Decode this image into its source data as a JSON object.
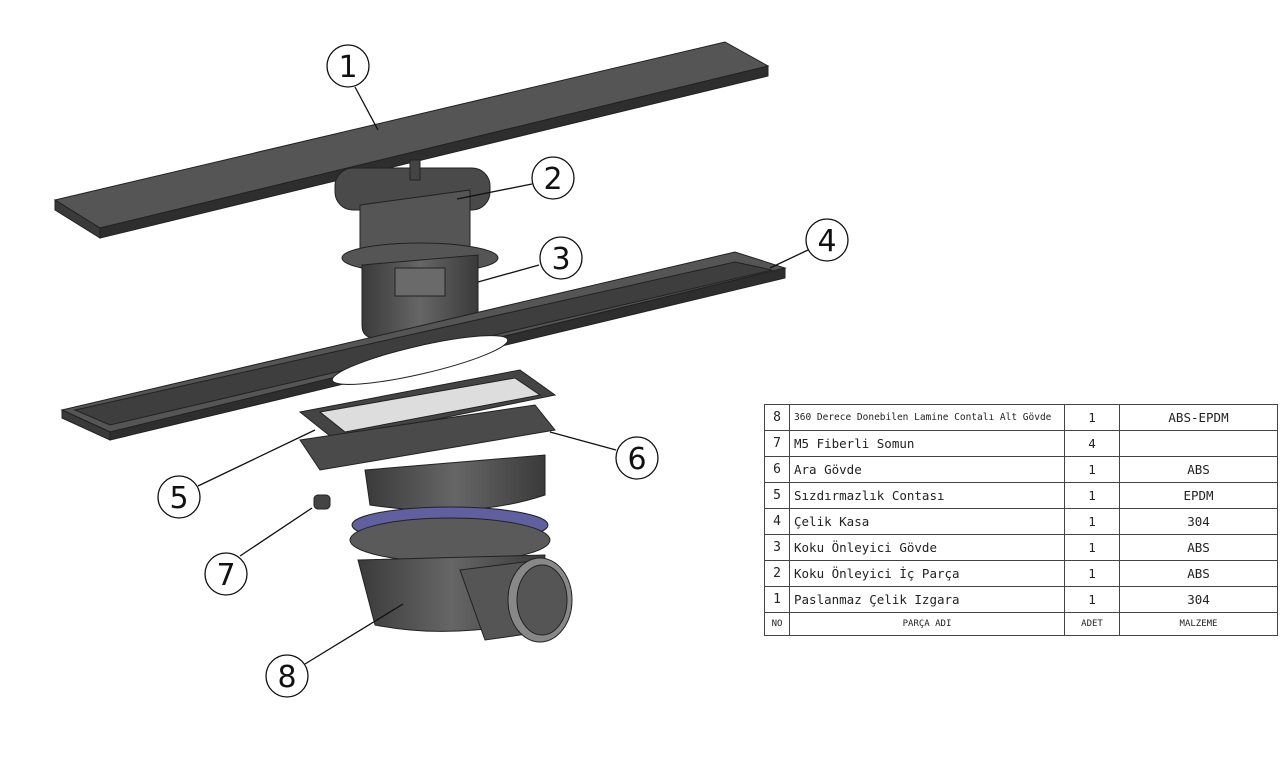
{
  "balloons": [
    "1",
    "2",
    "3",
    "4",
    "5",
    "6",
    "7",
    "8"
  ],
  "parts_table": {
    "headers": {
      "no": "NO",
      "name": "PARÇA ADI",
      "qty": "ADET",
      "material": "MALZEME"
    },
    "rows": [
      {
        "no": "8",
        "name": "360 Derece Donebilen Lamine Contalı Alt Gövde",
        "qty": "1",
        "material": "ABS-EPDM"
      },
      {
        "no": "7",
        "name": "M5 Fiberli Somun",
        "qty": "4",
        "material": ""
      },
      {
        "no": "6",
        "name": "Ara Gövde",
        "qty": "1",
        "material": "ABS"
      },
      {
        "no": "5",
        "name": "Sızdırmazlık Contası",
        "qty": "1",
        "material": "EPDM"
      },
      {
        "no": "4",
        "name": "Çelik Kasa",
        "qty": "1",
        "material": "304"
      },
      {
        "no": "3",
        "name": "Koku Önleyici Gövde",
        "qty": "1",
        "material": "ABS"
      },
      {
        "no": "2",
        "name": "Koku Önleyici İç Parça",
        "qty": "1",
        "material": "ABS"
      },
      {
        "no": "1",
        "name": "Paslanmaz Çelik Izgara",
        "qty": "1",
        "material": "304"
      }
    ]
  }
}
